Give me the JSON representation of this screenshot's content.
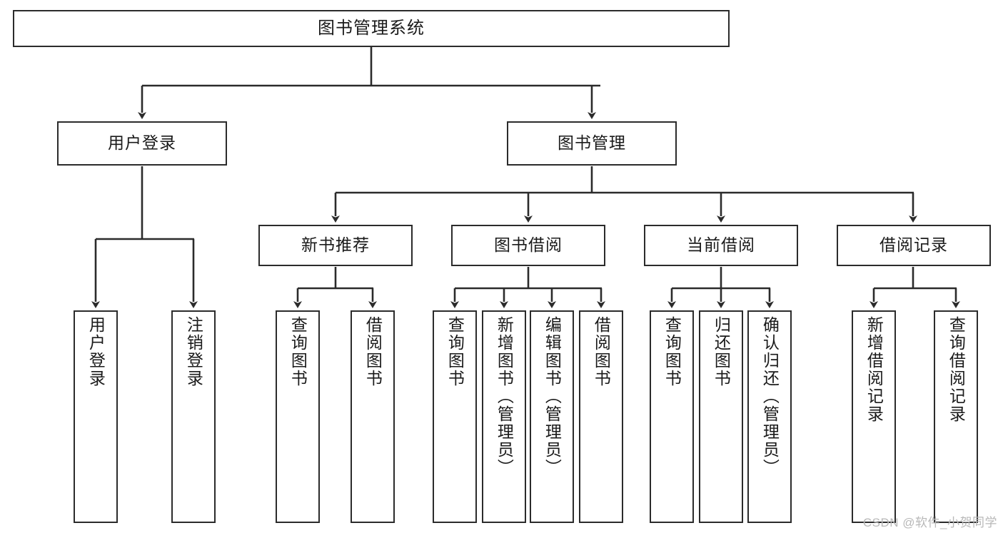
{
  "diagram": {
    "type": "tree",
    "title": "图书管理系统",
    "watermark": "CSDN @软件_小贺同学",
    "colors": {
      "border": "#2b2b2b",
      "background": "#ffffff",
      "text": "#1a1a1a",
      "connector": "#2b2b2b",
      "watermark": "#b8b8b8"
    },
    "nodes": {
      "root": {
        "label": "图书管理系统",
        "level": 1
      },
      "l2": [
        {
          "id": "user-login",
          "label": "用户登录",
          "level": 2
        },
        {
          "id": "book-manage",
          "label": "图书管理",
          "level": 2
        }
      ],
      "l3": [
        {
          "id": "new-book-recommend",
          "label": "新书推荐",
          "level": 3
        },
        {
          "id": "book-borrow",
          "label": "图书借阅",
          "level": 3
        },
        {
          "id": "current-borrow",
          "label": "当前借阅",
          "level": 3
        },
        {
          "id": "borrow-record",
          "label": "借阅记录",
          "level": 3
        }
      ],
      "leaves": {
        "user-login": [
          {
            "id": "leaf-user-login",
            "label": "用户登录"
          },
          {
            "id": "leaf-user-logout",
            "label": "注销登录"
          }
        ],
        "new-book-recommend": [
          {
            "id": "leaf-query-book-1",
            "label": "查询图书"
          },
          {
            "id": "leaf-borrow-book-1",
            "label": "借阅图书"
          }
        ],
        "book-borrow": [
          {
            "id": "leaf-query-book-2",
            "label": "查询图书"
          },
          {
            "id": "leaf-add-book",
            "label": "新增图书（管理员）"
          },
          {
            "id": "leaf-edit-book",
            "label": "编辑图书（管理员）"
          },
          {
            "id": "leaf-borrow-book-2",
            "label": "借阅图书"
          }
        ],
        "current-borrow": [
          {
            "id": "leaf-query-book-3",
            "label": "查询图书"
          },
          {
            "id": "leaf-return-book",
            "label": "归还图书"
          },
          {
            "id": "leaf-confirm-return",
            "label": "确认归还（管理员）"
          }
        ],
        "borrow-record": [
          {
            "id": "leaf-add-record",
            "label": "新增借阅记录"
          },
          {
            "id": "leaf-query-record",
            "label": "查询借阅记录"
          }
        ]
      }
    }
  }
}
